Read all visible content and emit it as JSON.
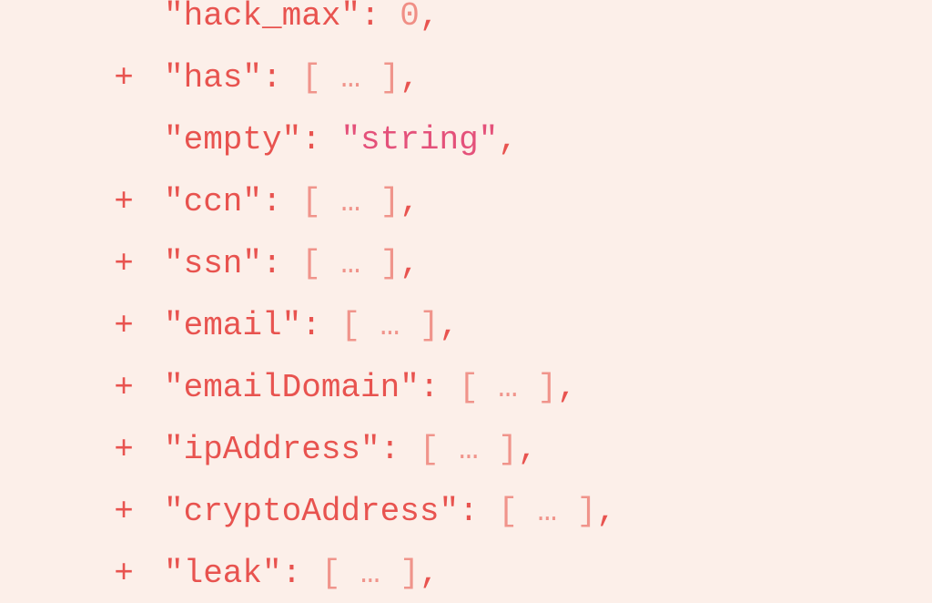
{
  "colors": {
    "background": "#fcefe9",
    "key": "#e8534f",
    "number": "#f08f86",
    "string": "#e4517a",
    "collapsed_bracket": "#f0948b"
  },
  "lines": [
    {
      "toggle": "",
      "key": "\"hack_max\"",
      "sep": ": ",
      "value": "0",
      "value_type": "number",
      "trail": ","
    },
    {
      "toggle": "+",
      "key": "\"has\"",
      "sep": ": ",
      "value": "[ … ]",
      "value_type": "collapsed",
      "trail": ","
    },
    {
      "toggle": "",
      "key": "\"empty\"",
      "sep": ": ",
      "value": "\"string\"",
      "value_type": "string",
      "trail": ","
    },
    {
      "toggle": "+",
      "key": "\"ccn\"",
      "sep": ": ",
      "value": "[ … ]",
      "value_type": "collapsed",
      "trail": ","
    },
    {
      "toggle": "+",
      "key": "\"ssn\"",
      "sep": ": ",
      "value": "[ … ]",
      "value_type": "collapsed",
      "trail": ","
    },
    {
      "toggle": "+",
      "key": "\"email\"",
      "sep": ": ",
      "value": "[ … ]",
      "value_type": "collapsed",
      "trail": ","
    },
    {
      "toggle": "+",
      "key": "\"emailDomain\"",
      "sep": ": ",
      "value": "[ … ]",
      "value_type": "collapsed",
      "trail": ","
    },
    {
      "toggle": "+",
      "key": "\"ipAddress\"",
      "sep": ": ",
      "value": "[ … ]",
      "value_type": "collapsed",
      "trail": ","
    },
    {
      "toggle": "+",
      "key": "\"cryptoAddress\"",
      "sep": ": ",
      "value": "[ … ]",
      "value_type": "collapsed",
      "trail": ","
    },
    {
      "toggle": "+",
      "key": "\"leak\"",
      "sep": ": ",
      "value": "[ … ]",
      "value_type": "collapsed",
      "trail": ","
    }
  ]
}
